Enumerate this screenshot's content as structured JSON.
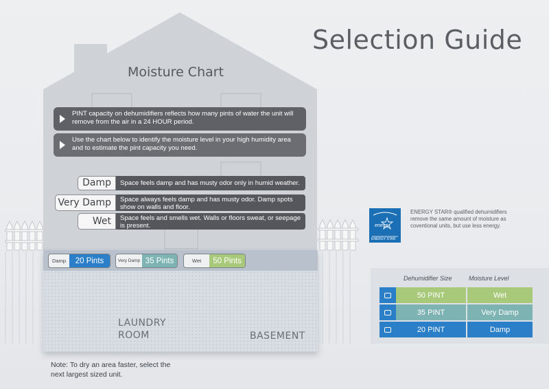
{
  "page_title": "Selection Guide",
  "chart_title": "Moisture Chart",
  "info": [
    "PINT capacity on dehumidifiers reflects how many pints of water the unit will remove from the air in a 24 HOUR period.",
    "Use the chart below to identify the moisture level in your high humidity area and to estimate the pint capacity you need."
  ],
  "levels": [
    {
      "name": "Damp",
      "desc": "Space feels damp and has musty odor only in humid weather."
    },
    {
      "name": "Very Damp",
      "desc": "Space always feels damp and has musty odor. Damp spots show on walls and floor."
    },
    {
      "name": "Wet",
      "desc": "Space feels and smells wet. Walls or floors sweat, or seepage is present."
    }
  ],
  "tags": [
    {
      "label": "Damp",
      "value": "20 Pints"
    },
    {
      "label": "Very Damp",
      "value": "35 Pints"
    },
    {
      "label": "Wet",
      "value": "50 Pints"
    }
  ],
  "rooms": {
    "laundry_line1": "LAUNDRY",
    "laundry_line2": "ROOM",
    "basement": "BASEMENT"
  },
  "note_line1": "Note: To dry an area faster, select the",
  "note_line2": "next largest sized unit.",
  "energy_star": {
    "logo_text": "energy",
    "logo_caption": "ENERGY STAR",
    "line1": "ENERGY STAR® qualified dehumidifiers",
    "line2": "remove the same amount of moisture as",
    "line3": "coventional units, but use less energy."
  },
  "table": {
    "col_size": "Dehumidifier Size",
    "col_level": "Moisture Level",
    "rows": [
      {
        "size": "50 PINT",
        "level": "Wet"
      },
      {
        "size": "35 PINT",
        "level": "Very Damp"
      },
      {
        "size": "20 PINT",
        "level": "Damp"
      }
    ]
  },
  "colors": {
    "damp": "#2a7fc8",
    "very_damp": "#7eb3b3",
    "wet": "#a9c97a",
    "bar_dark": "#5f6166"
  }
}
